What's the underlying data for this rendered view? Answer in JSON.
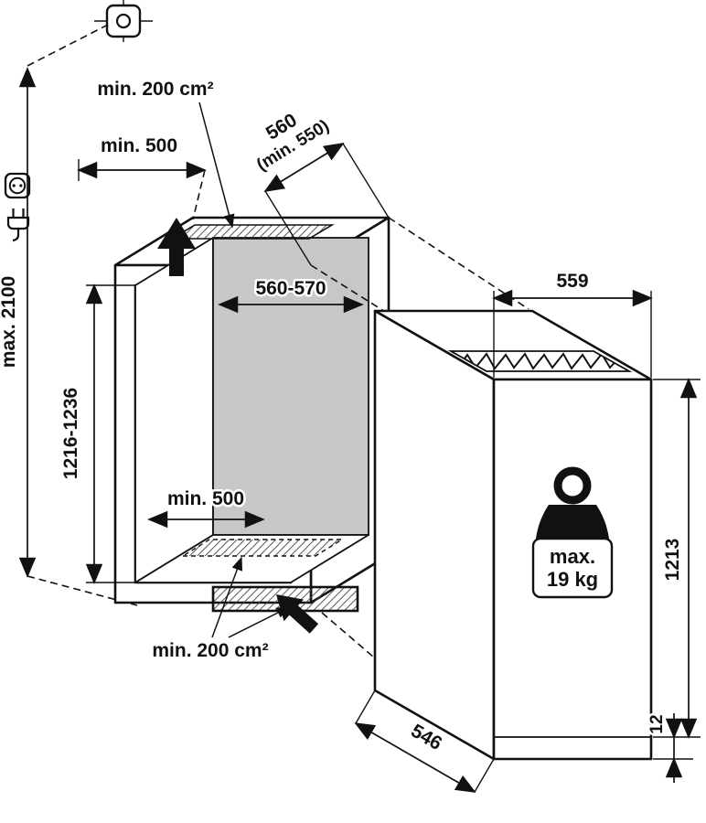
{
  "diagram": {
    "installation": {
      "max_height": "max. 2100"
    },
    "niche": {
      "top_vent_area": "min. 200 cm²",
      "top_clearance": "min. 500",
      "depth": "560",
      "depth_min": "(min. 550)",
      "width": "560-570",
      "height": "1216-1236",
      "floor_vent_width": "min. 500",
      "bottom_vent_area": "min. 200 cm²"
    },
    "appliance": {
      "width": "559",
      "height": "1213",
      "depth": "546",
      "bottom_gap": "12",
      "door_load_line1": "max.",
      "door_load_line2": "19 kg"
    }
  }
}
